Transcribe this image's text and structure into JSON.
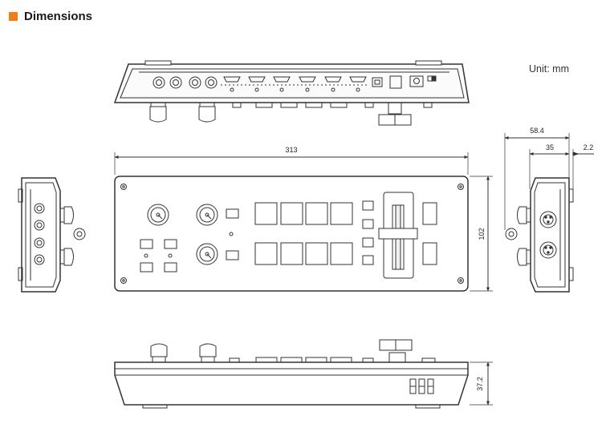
{
  "section": {
    "title": "Dimensions",
    "accent_color": "#f07d1a"
  },
  "unit_label": "Unit: mm",
  "dimensions": {
    "width": "313",
    "depth": "102",
    "height": "37.2",
    "side_overall": "58.4",
    "side_body": "35",
    "side_offset": "2.2"
  },
  "views": [
    "rear-view",
    "top-view",
    "left-side-view",
    "right-side-view",
    "front-view"
  ]
}
